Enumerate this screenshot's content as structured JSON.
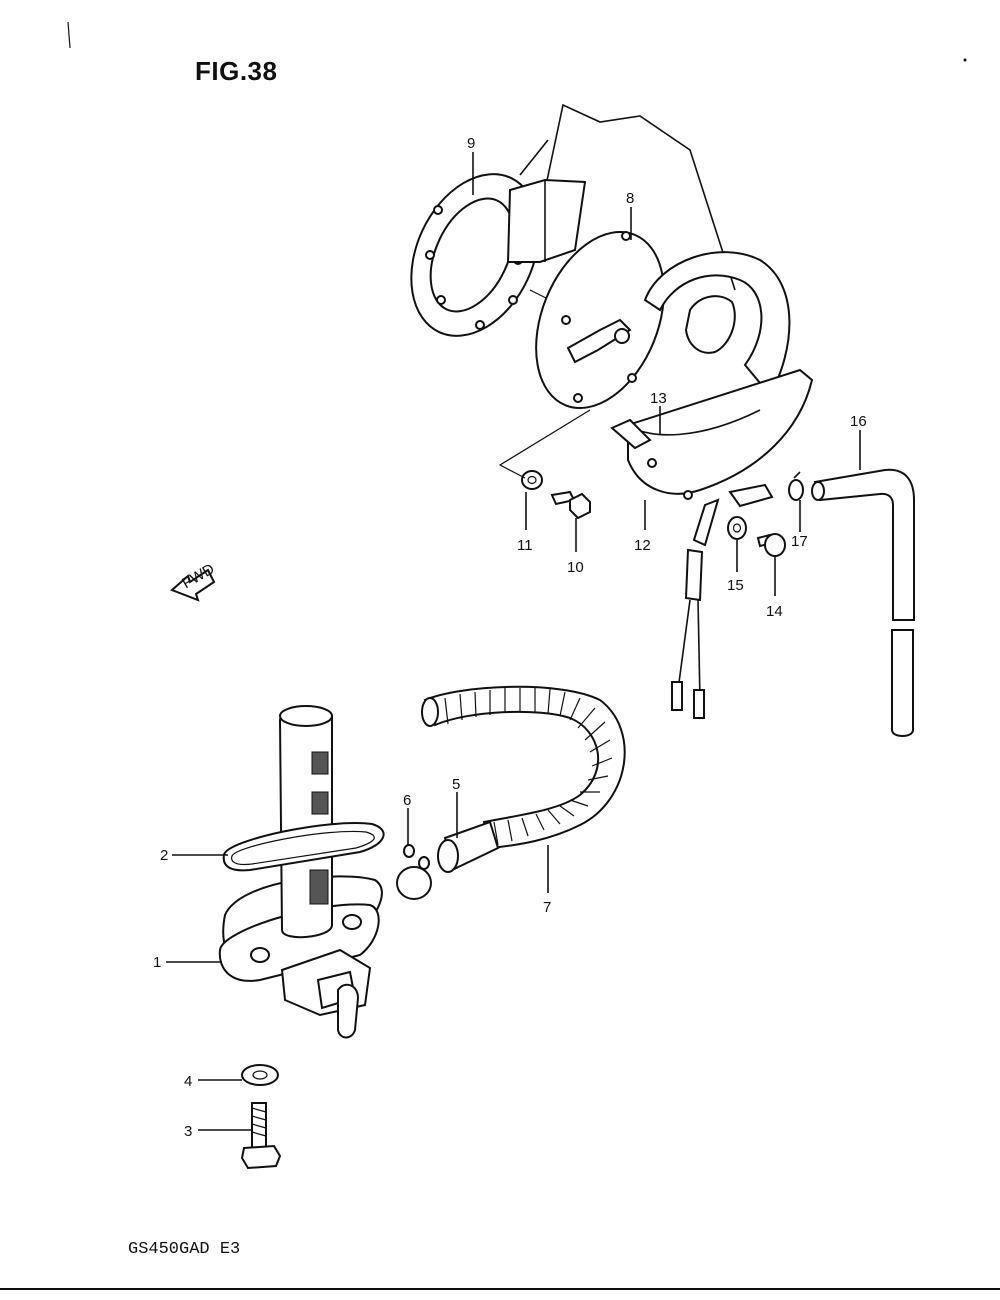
{
  "figure": {
    "title": "FIG.38",
    "model": "GS450GAD  E3",
    "fwd_label": "FWD"
  },
  "callouts": [
    "1",
    "2",
    "3",
    "4",
    "5",
    "6",
    "7",
    "8",
    "9",
    "10",
    "11",
    "12",
    "13",
    "14",
    "15",
    "16",
    "17"
  ]
}
